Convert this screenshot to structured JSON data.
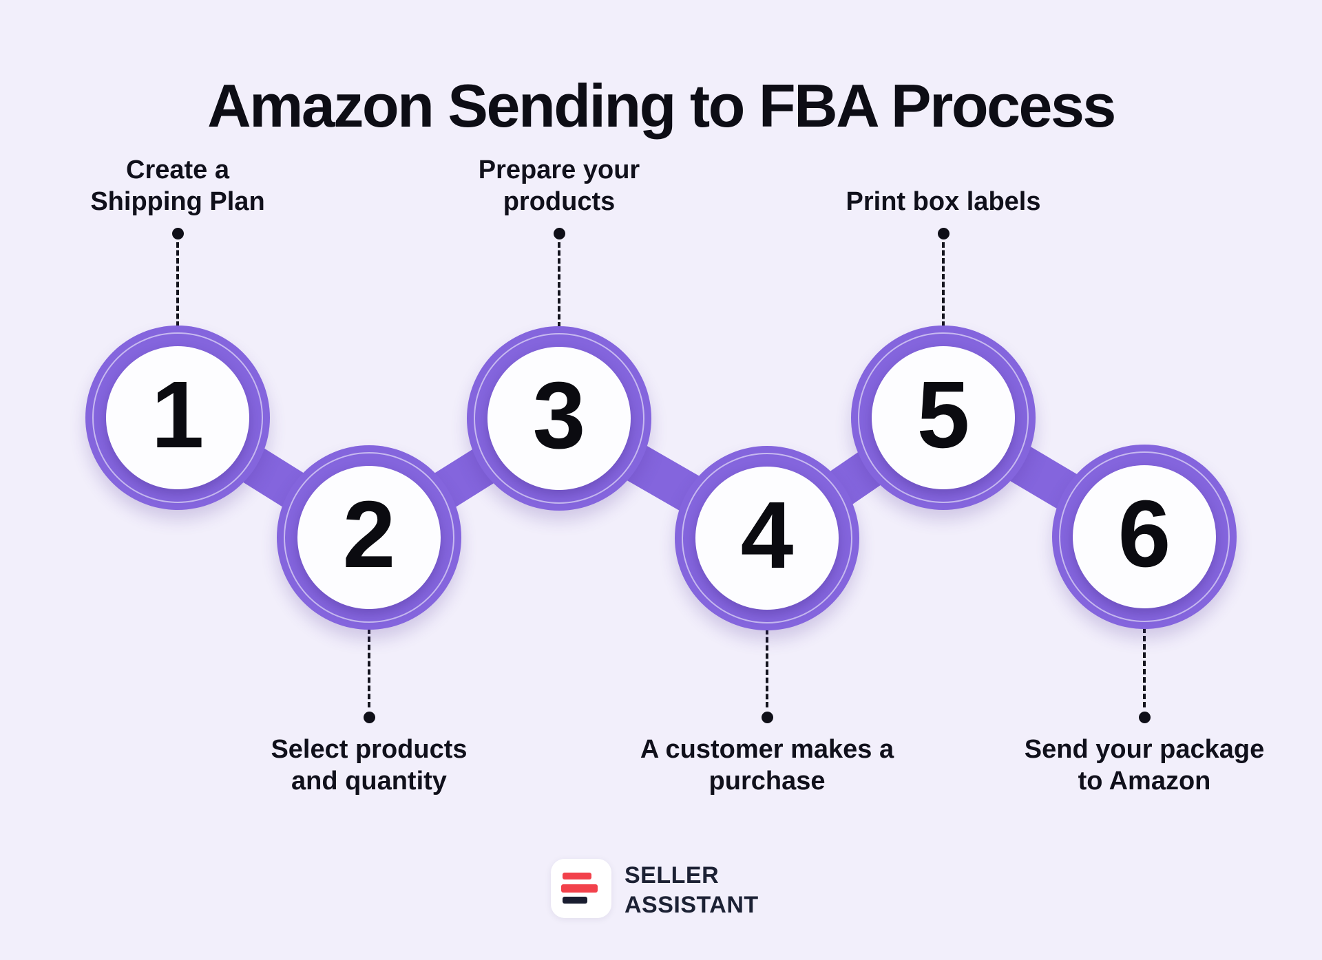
{
  "title": "Amazon Sending to FBA Process",
  "steps": [
    {
      "number": "1",
      "position": "top",
      "label_lines": [
        "Create a",
        "Shipping Plan"
      ]
    },
    {
      "number": "2",
      "position": "bottom",
      "label_lines": [
        "Select products",
        "and quantity"
      ]
    },
    {
      "number": "3",
      "position": "top",
      "label_lines": [
        "Prepare your",
        "products"
      ]
    },
    {
      "number": "4",
      "position": "bottom",
      "label_lines": [
        "A customer makes a",
        "purchase"
      ]
    },
    {
      "number": "5",
      "position": "top",
      "label_lines": [
        "Print box labels"
      ]
    },
    {
      "number": "6",
      "position": "bottom",
      "label_lines": [
        "Send your package",
        "to Amazon"
      ]
    }
  ],
  "brand": {
    "name_line1": "SELLER",
    "name_line2": "ASSISTANT"
  },
  "colors": {
    "background": "#F2EFFB",
    "purple": "#8465DD",
    "number_ink": "#0B0B10",
    "text": "#10101B",
    "logo_red": "#F2414B",
    "logo_dark": "#191D30"
  }
}
